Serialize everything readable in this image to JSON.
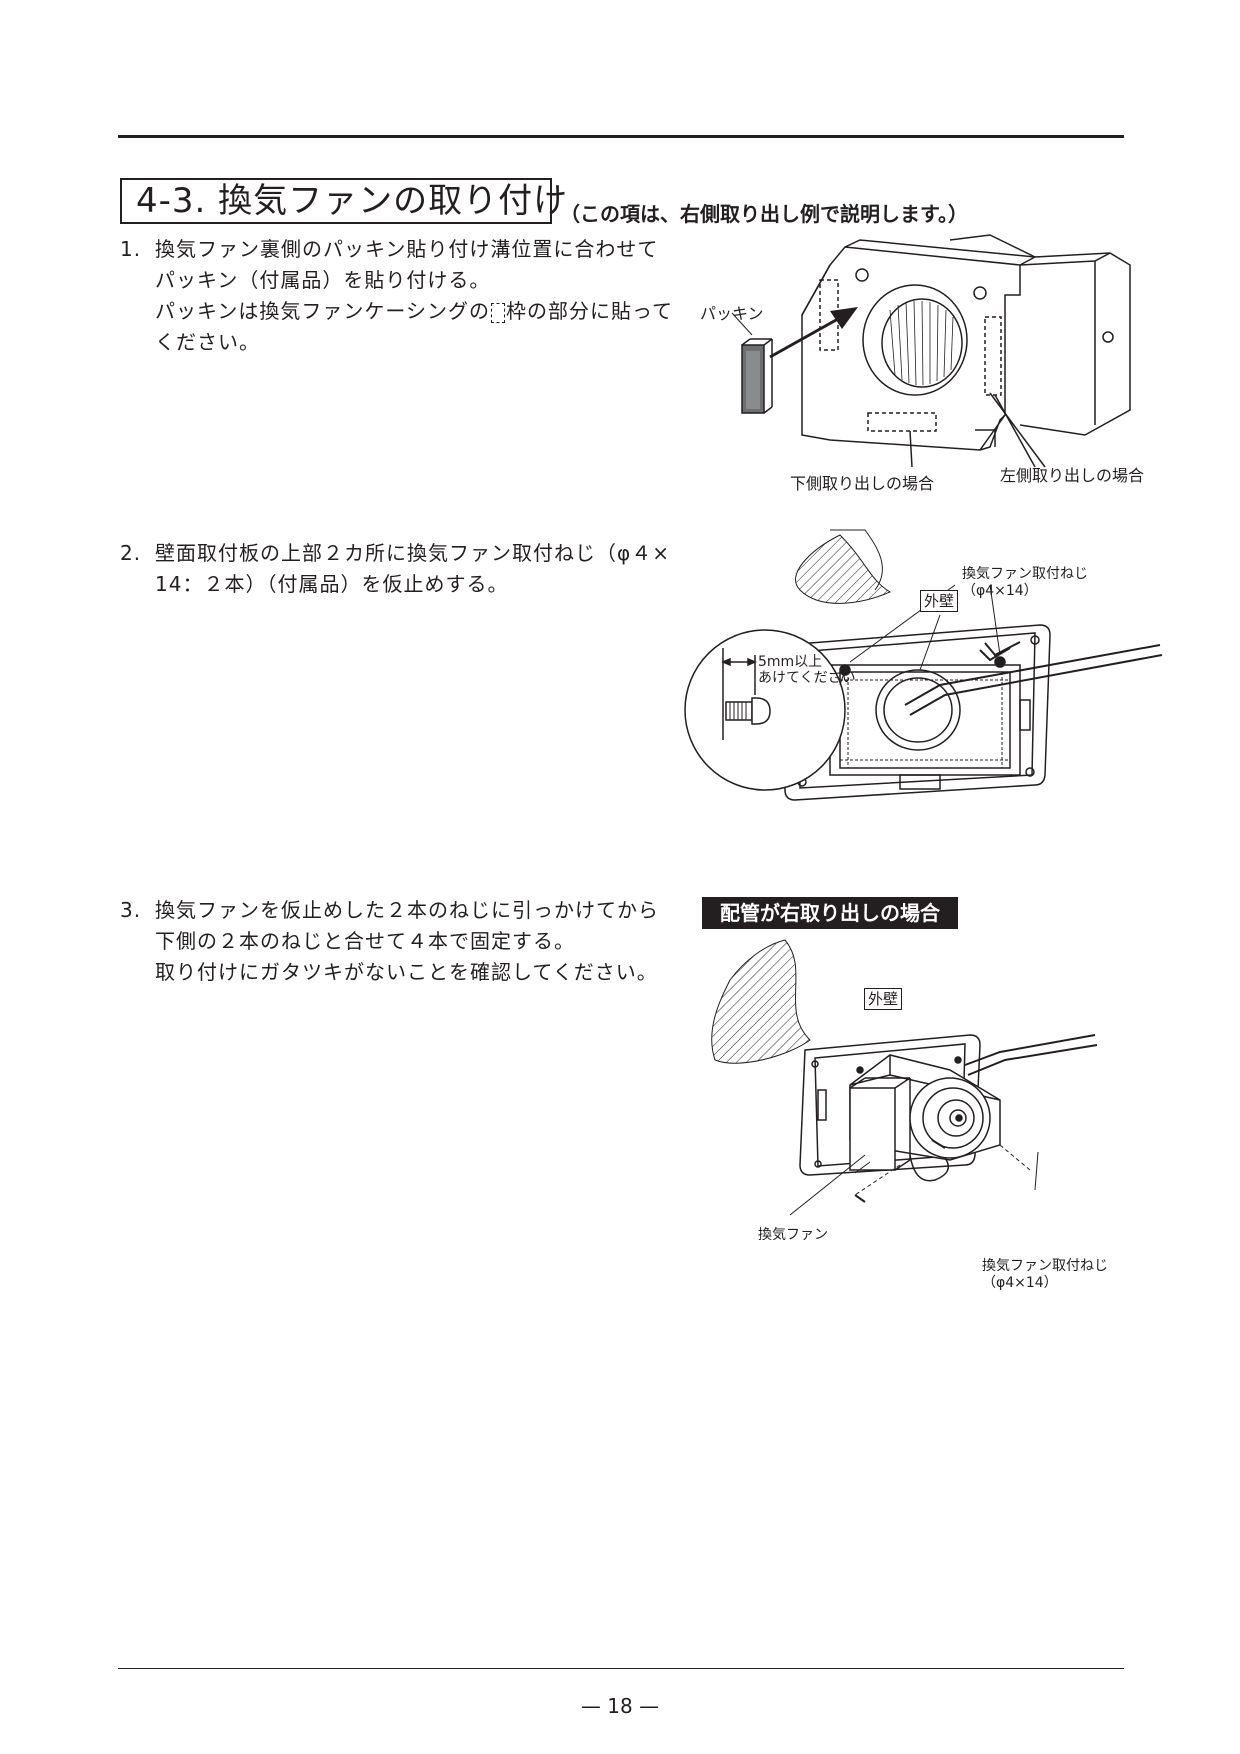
{
  "section": {
    "title": "4-3. 換気ファンの取り付け",
    "note": "（この項は、右側取り出し例で説明します。）"
  },
  "steps": [
    {
      "num": "1.",
      "line1": "換気ファン裏側のパッキン貼り付け溝位置に合わせて",
      "line2": "パッキン（付属品）を貼り付ける。",
      "line3a": "パッキンは換気ファンケーシングの",
      "line3b": "枠の部分に貼って",
      "line4": "ください。"
    },
    {
      "num": "2.",
      "line1": "壁面取付板の上部２カ所に換気ファン取付ねじ（φ４×",
      "line2": "14：２本）（付属品）を仮止めする。"
    },
    {
      "num": "3.",
      "line1": "換気ファンを仮止めした２本のねじに引っかけてから",
      "line2": "下側の２本のねじと合せて４本で固定する。",
      "line3": "取り付けにガタツキがないことを確認してください。"
    }
  ],
  "figure1": {
    "packing_label": "パッキン",
    "bottom_label": "下側取り出しの場合",
    "left_label": "左側取り出しの場合"
  },
  "figure2": {
    "wall_label": "外壁",
    "screw_label_1": "換気ファン取付ねじ",
    "screw_label_2": "（φ4×14）",
    "gap_label_1": "5mm以上",
    "gap_label_2": "あけてください"
  },
  "figure3": {
    "banner": "配管が右取り出しの場合",
    "wall_label": "外壁",
    "fan_label": "換気ファン",
    "screw_label_1": "換気ファン取付ねじ",
    "screw_label_2": "（φ4×14）"
  },
  "footer": {
    "page": "— 18 —"
  }
}
